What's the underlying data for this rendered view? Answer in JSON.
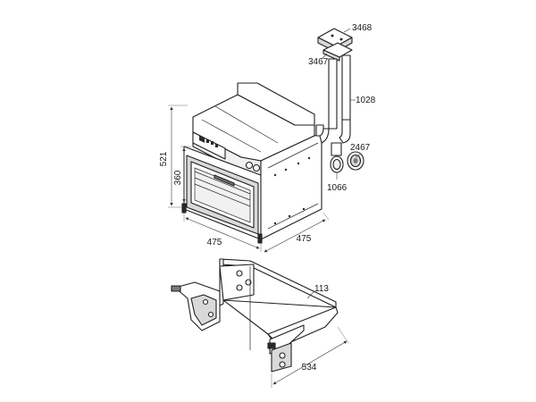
{
  "dimensions": {
    "total_height": "521",
    "front_height": "360",
    "width_front": "475",
    "width_side": "475",
    "stand_depth": "534"
  },
  "parts": {
    "mount_top": "3468",
    "mount_clip": "3467",
    "flue_pipe": "1028",
    "flue_cap": "2467",
    "pipe_clamp": "1066",
    "stand": "113"
  }
}
